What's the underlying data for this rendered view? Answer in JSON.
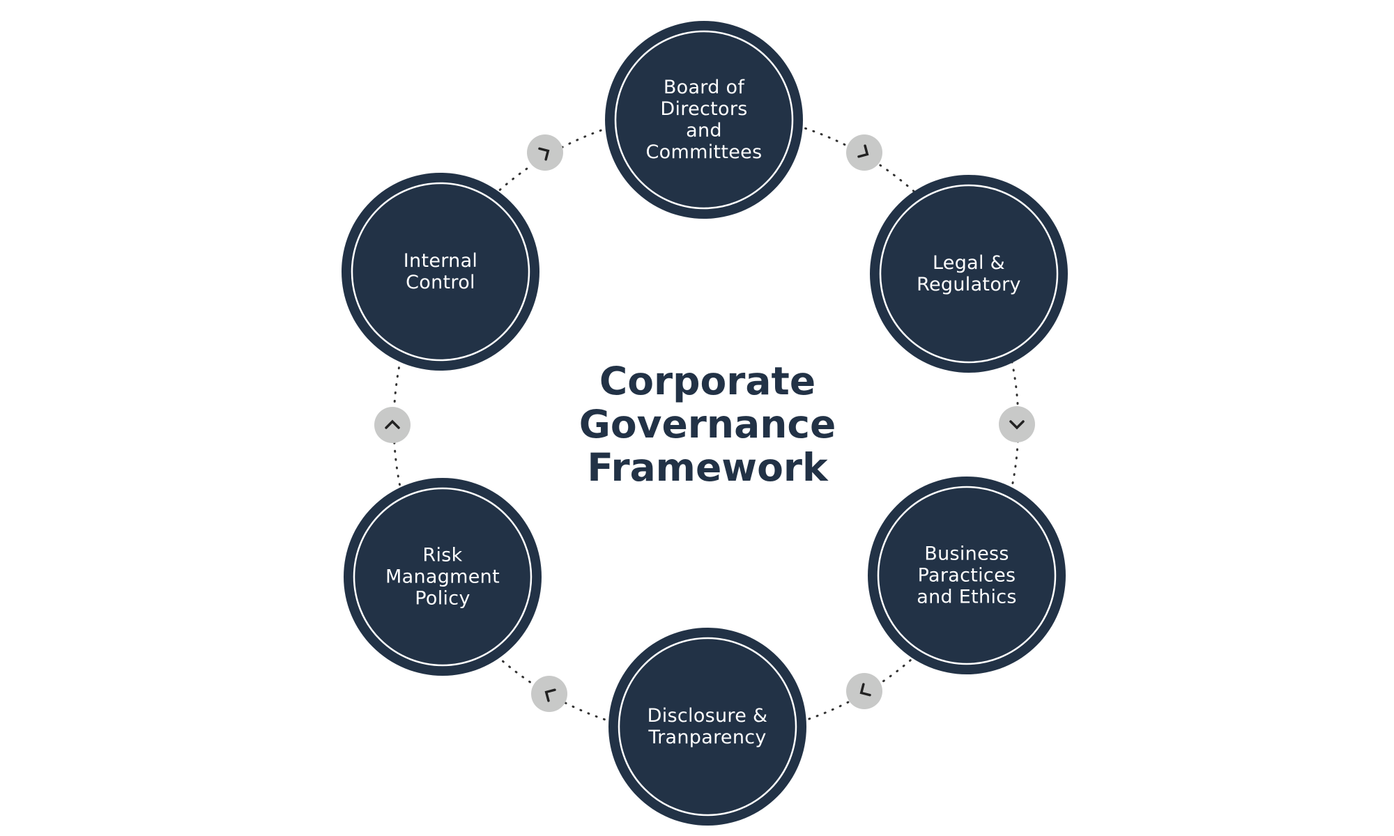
{
  "title": "Corporate\nGovernance\nFramework",
  "colors": {
    "node": "#223246",
    "ring": "#ffffff",
    "arrow_bg": "#c8c9c8",
    "arrow": "#222222",
    "dots": "#333333"
  },
  "nodes": [
    {
      "label": "Board of\nDirectors\nand\nCommittees"
    },
    {
      "label": "Legal &\nRegulatory"
    },
    {
      "label": "Business\nParactices\nand Ethics"
    },
    {
      "label": "Disclosure &\nTranparency"
    },
    {
      "label": "Risk\nManagment\nPolicy"
    },
    {
      "label": "Internal\nControl"
    }
  ],
  "arrows": [
    {
      "icon": "chevron-icon"
    },
    {
      "icon": "chevron-icon"
    },
    {
      "icon": "chevron-icon"
    },
    {
      "icon": "chevron-icon"
    },
    {
      "icon": "chevron-icon"
    },
    {
      "icon": "chevron-icon"
    }
  ]
}
